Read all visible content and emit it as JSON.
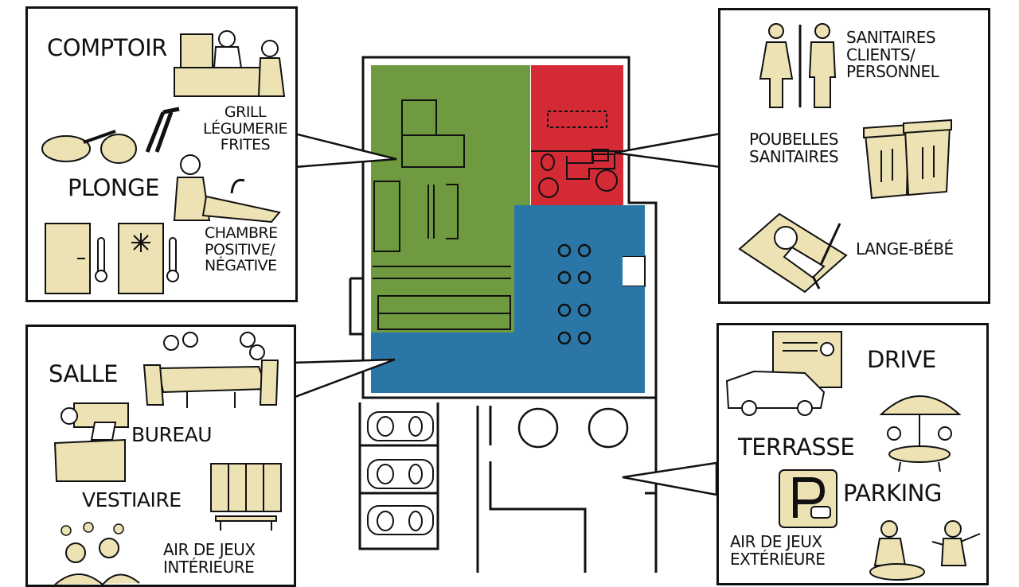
{
  "title_partial": "",
  "colors": {
    "kitchen_green": "#6f9a3f",
    "sanitary_red": "#d42a35",
    "dining_blue": "#2a77a7",
    "sketch_fill": "#ece2b4",
    "ink": "#111111"
  },
  "panels": {
    "kitchen": {
      "comptoir": "COMPTOIR",
      "grill_lines": [
        "GRILL",
        "LÉGUMERIE",
        "FRITES"
      ],
      "plonge": "PLONGE",
      "chambre_lines": [
        "CHAMBRE",
        "POSITIVE/",
        "NÉGATIVE"
      ]
    },
    "sanitary": {
      "sanitaires_lines": [
        "SANITAIRES",
        "CLIENTS/",
        "PERSONNEL"
      ],
      "poubelles_lines": [
        "POUBELLES",
        "SANITAIRES"
      ],
      "lange": "LANGE-BÉBÉ"
    },
    "dining": {
      "salle": "SALLE",
      "bureau": "BUREAU",
      "vestiaire": "VESTIAIRE",
      "jeux_lines": [
        "AIR DE JEUX",
        "INTÉRIEURE"
      ]
    },
    "outdoor": {
      "drive": "DRIVE",
      "terrasse": "TERRASSE",
      "parking": "PARKING",
      "jeux_lines": [
        "AIR DE JEUX",
        "EXTÉRIEURE"
      ]
    }
  },
  "icons": [
    "counter-staff-icon",
    "grill-tools-icon",
    "dishwashing-icon",
    "cold-room-doors-icon",
    "toilet-people-icon",
    "trash-bins-icon",
    "baby-changing-icon",
    "dining-table-icon",
    "office-desk-icon",
    "lockers-icon",
    "indoor-play-icon",
    "drive-through-icon",
    "terrace-umbrella-icon",
    "parking-sign-icon",
    "outdoor-play-icon"
  ]
}
